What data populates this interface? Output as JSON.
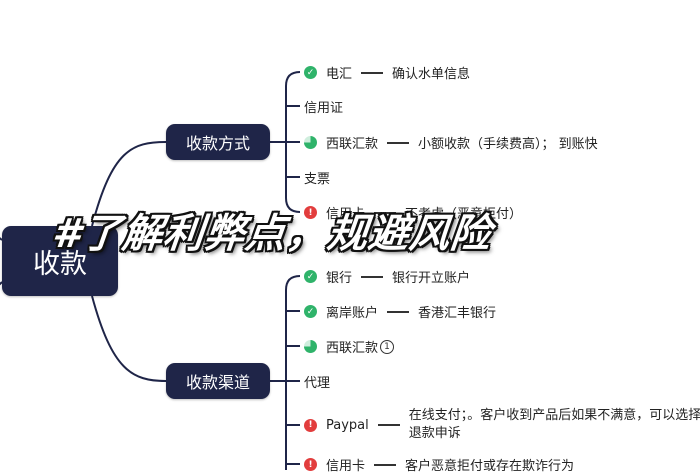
{
  "overlay_text": "#了解利弊点，规避风险",
  "root": {
    "label": "收款"
  },
  "branches": [
    {
      "label": "收款方式",
      "items": [
        {
          "status": "ok",
          "label": "电汇",
          "note": "确认水单信息"
        },
        {
          "status": "none",
          "label": "信用证",
          "note": ""
        },
        {
          "status": "pie",
          "label": "西联汇款",
          "note": "小额收款（手续费高）；  到账快"
        },
        {
          "status": "none",
          "label": "支票",
          "note": ""
        },
        {
          "status": "warn",
          "label": "信用卡",
          "note": "不考虑（恶意拒付）"
        }
      ]
    },
    {
      "label": "收款渠道",
      "items": [
        {
          "status": "ok",
          "label": "银行",
          "note": "银行开立账户"
        },
        {
          "status": "ok",
          "label": "离岸账户",
          "note": "香港汇丰银行"
        },
        {
          "status": "pie",
          "label": "西联汇款",
          "note": "",
          "badge": "1"
        },
        {
          "status": "none",
          "label": "代理",
          "note": ""
        },
        {
          "status": "warn",
          "label": "Paypal",
          "note": "在线支付；。客户收到产品后如果不满意，可以选择退款申诉"
        },
        {
          "status": "warn",
          "label": "信用卡",
          "note": "客户恶意拒付或存在欺诈行为"
        }
      ]
    }
  ],
  "colors": {
    "node_fill": "#1f2548",
    "status_ok": "#2fb36a",
    "status_warn": "#e23d3d",
    "connector": "#1f2548"
  },
  "icons": {
    "ok": "check-circle-icon",
    "warn": "exclamation-circle-icon",
    "pie": "progress-pie-icon"
  }
}
